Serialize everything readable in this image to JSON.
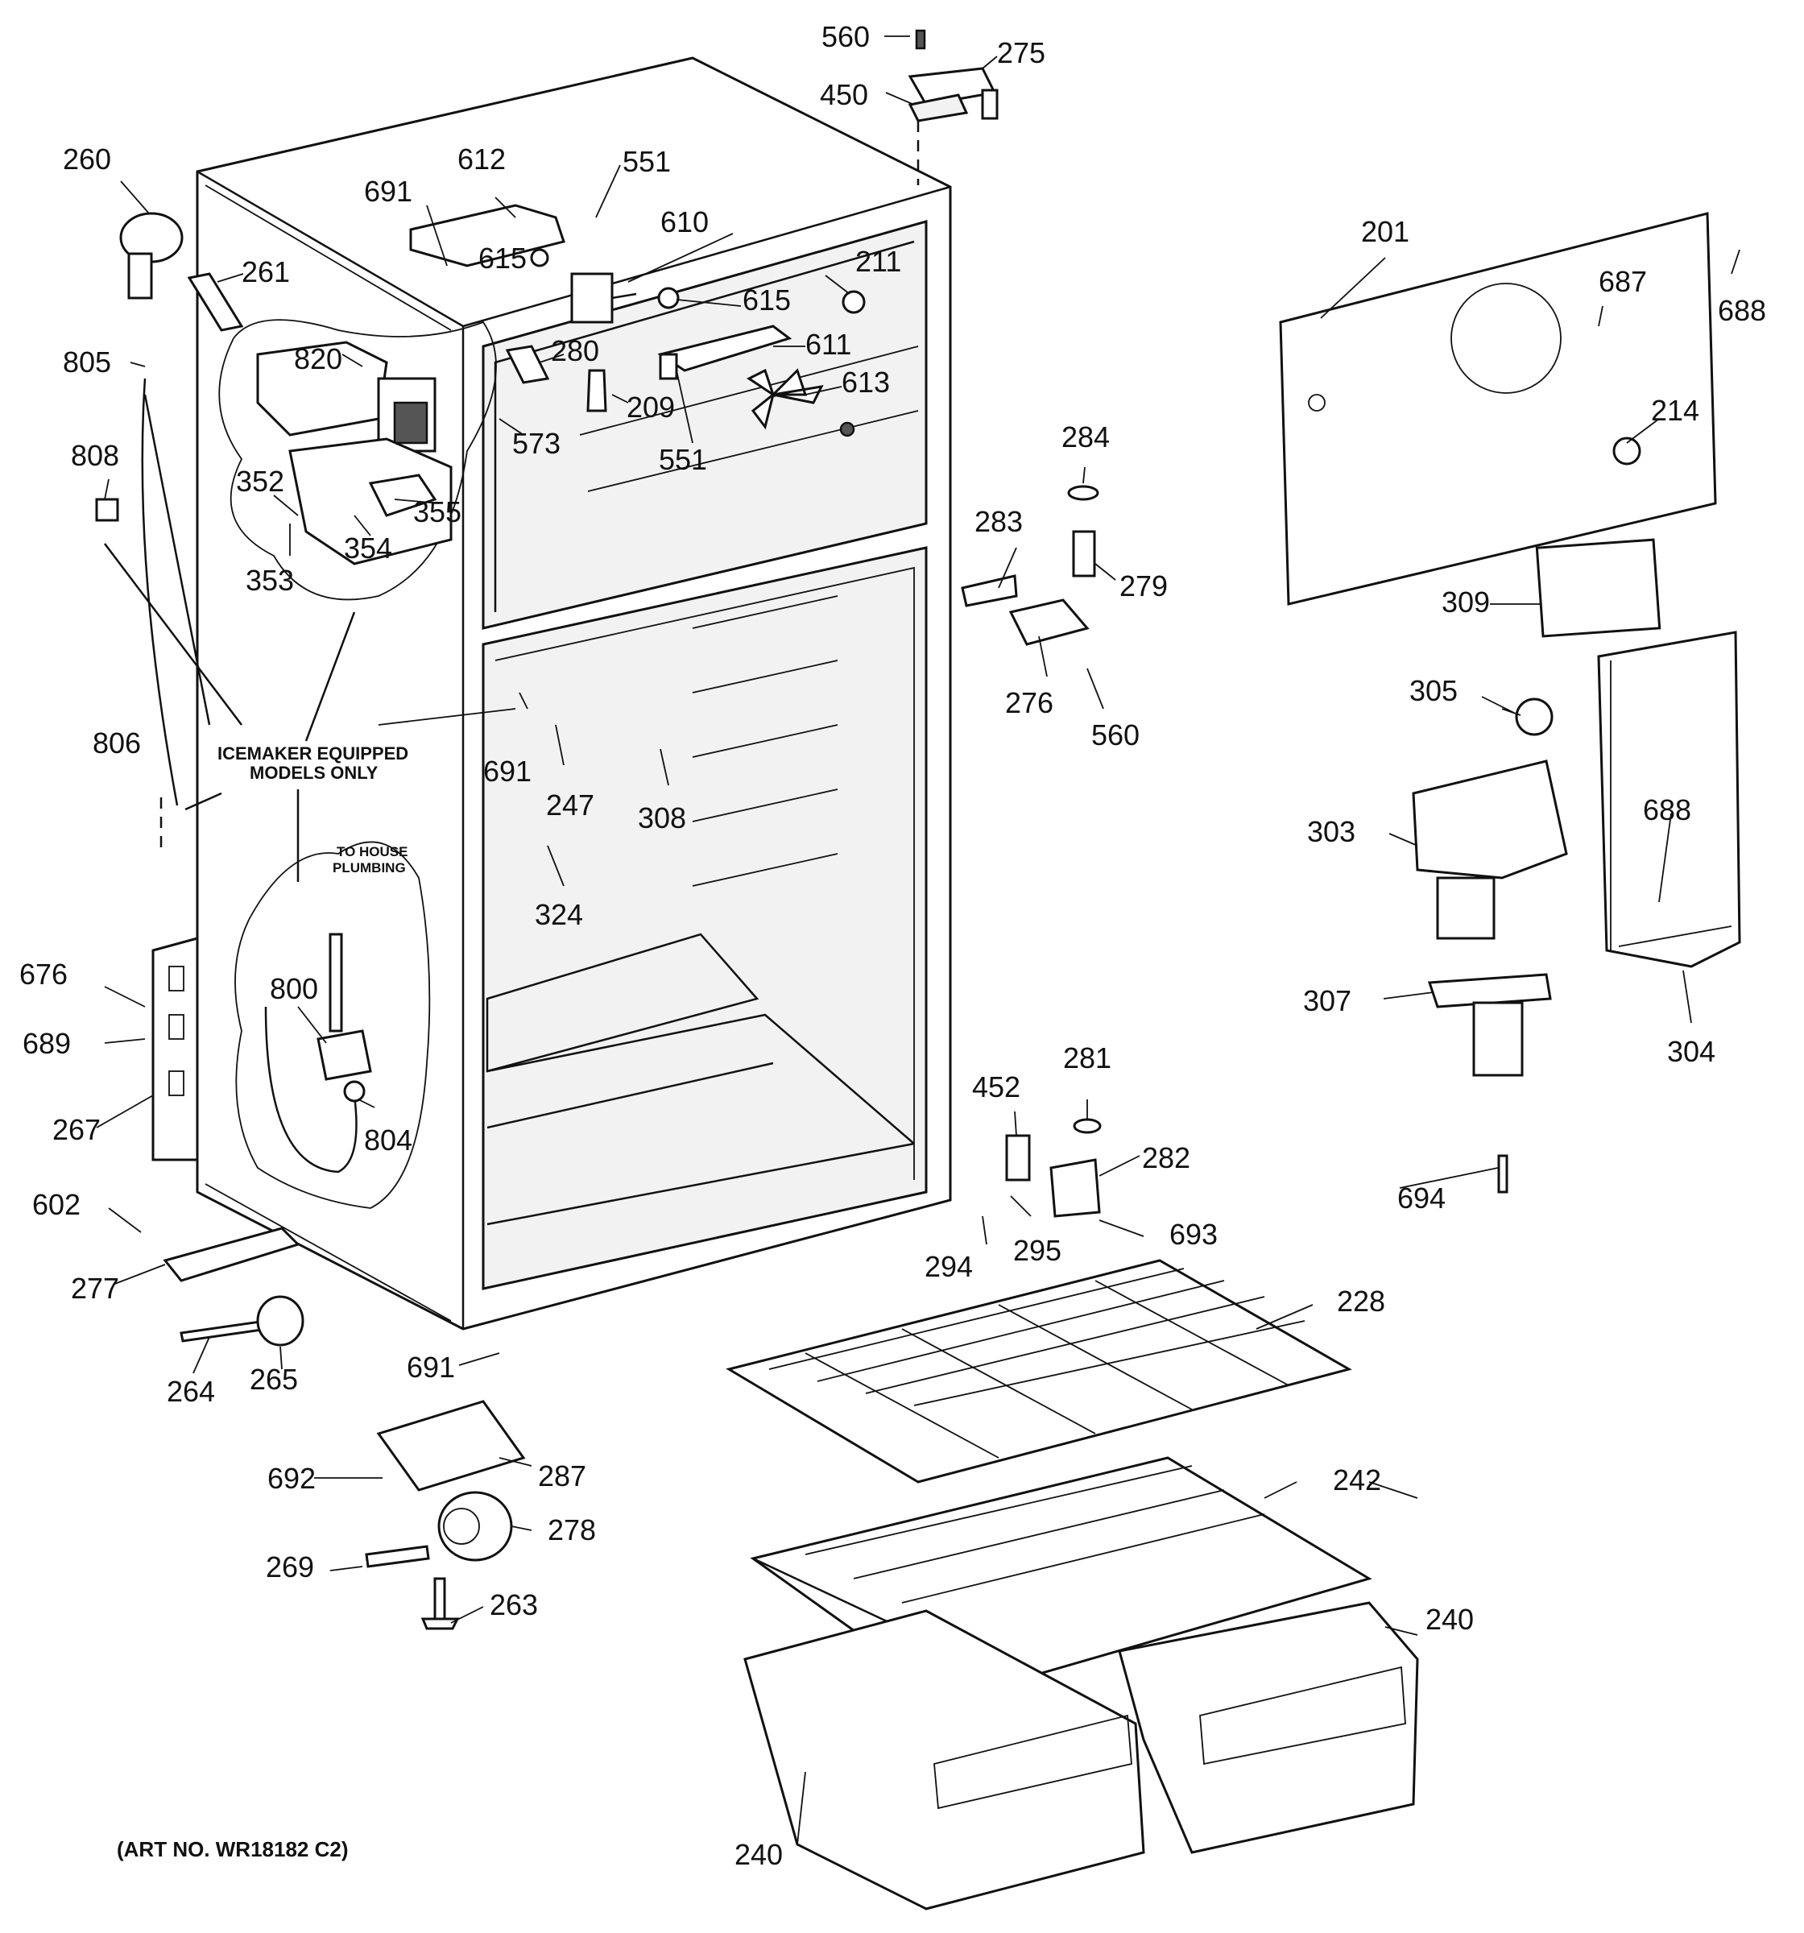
{
  "parts": [
    "560",
    "275",
    "450",
    "260",
    "612",
    "551",
    "691",
    "610",
    "261",
    "615",
    "615",
    "211",
    "805",
    "820",
    "280",
    "611",
    "209",
    "573",
    "613",
    "551",
    "808",
    "352",
    "355",
    "354",
    "353",
    "201",
    "687",
    "688",
    "214",
    "284",
    "283",
    "279",
    "276",
    "560",
    "309",
    "305",
    "303",
    "688",
    "307",
    "304",
    "806",
    "691",
    "247",
    "308",
    "324",
    "676",
    "800",
    "689",
    "267",
    "804",
    "452",
    "281",
    "282",
    "295",
    "693",
    "294",
    "694",
    "602",
    "277",
    "228",
    "691",
    "264",
    "265",
    "692",
    "287",
    "242",
    "278",
    "269",
    "240",
    "263",
    "240"
  ],
  "notes": {
    "icemaker_line1": "ICEMAKER EQUIPPED",
    "icemaker_line2": "MODELS ONLY",
    "plumbing_line1": "TO HOUSE",
    "plumbing_line2": "PLUMBING"
  },
  "art_number": "(ART NO. WR18182  C2)"
}
